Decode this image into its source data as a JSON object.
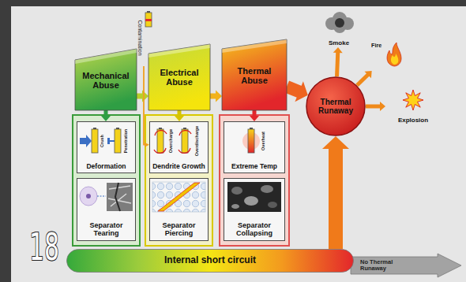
{
  "diagram": {
    "nodes": [
      {
        "text": [
          "Mechanical Abuse"
        ]
      },
      {
        "text": [
          "Electrical Abuse"
        ]
      },
      {
        "text": [
          "Thermal Abuse"
        ]
      },
      {
        "text": [
          "Thermal Runaway"
        ]
      },
      {
        "text": [
          "Smoke"
        ]
      },
      {
        "text": [
          "Fire"
        ]
      },
      {
        "text": [
          "Explosion"
        ]
      },
      {
        "text": [
          "Contamination"
        ]
      },
      {
        "text": [
          "Deformation"
        ]
      },
      {
        "text": [
          "Separator Tearing"
        ]
      },
      {
        "text": [
          "Dendrite Growth"
        ]
      },
      {
        "text": [
          "Separator Piercing"
        ]
      },
      {
        "text": [
          "Extreme Temp"
        ]
      },
      {
        "text": [
          "Separator Collapsing"
        ]
      },
      {
        "text": [
          "Internal short circuit"
        ]
      },
      {
        "text": [
          "No Thermal Runaway"
        ]
      }
    ],
    "edges": [
      {
        "from": 0,
        "to": 1,
        "arrow": "to"
      },
      {
        "from": 1,
        "to": 2,
        "arrow": "to"
      },
      {
        "from": 2,
        "to": 3,
        "arrow": "to"
      },
      {
        "from": 0,
        "to": 8,
        "arrow": "to"
      },
      {
        "from": 1,
        "to": 10,
        "arrow": "to"
      },
      {
        "from": 2,
        "to": 12,
        "arrow": "to"
      },
      {
        "from": 7,
        "to": 10,
        "arrow": "to"
      },
      {
        "from": 3,
        "to": 4,
        "arrow": "to"
      },
      {
        "from": 3,
        "to": 5,
        "arrow": "to"
      },
      {
        "from": 3,
        "to": 6,
        "arrow": "to"
      },
      {
        "from": 14,
        "to": 3,
        "arrow": "to"
      }
    ],
    "labels": [
      "Crush",
      "Penetration",
      "Overcharge",
      "Overdischarge",
      "Overheat",
      "18"
    ]
  }
}
